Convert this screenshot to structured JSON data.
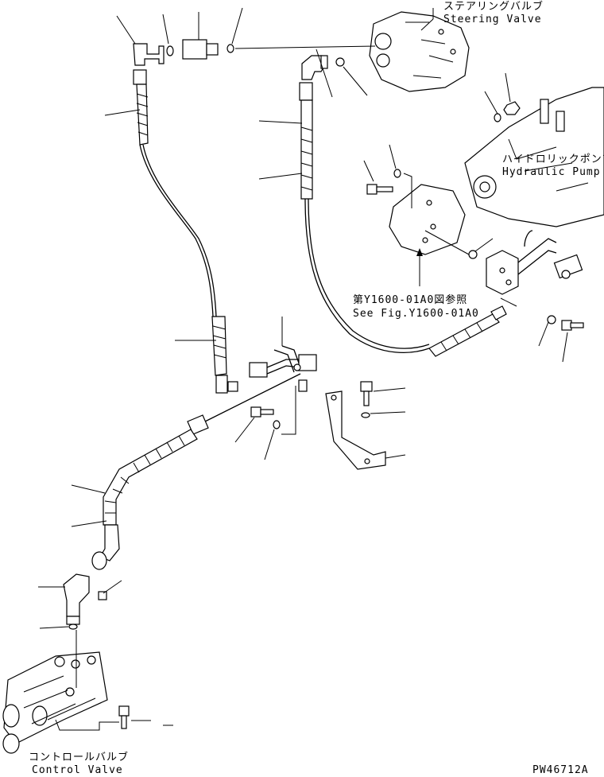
{
  "labels": {
    "steering_valve_jp": "ステアリングバルブ",
    "steering_valve_en": "Steering Valve",
    "hydraulic_pump_jp": "ハイドロリックポンプ",
    "hydraulic_pump_en": "Hydraulic Pump",
    "see_fig_jp": "第Y1600-01A0図参照",
    "see_fig_en": "See Fig.Y1600-01A0",
    "control_valve_jp": "コントロールバルブ",
    "control_valve_en": "Control Valve",
    "drawing_number": "PW46712A"
  }
}
